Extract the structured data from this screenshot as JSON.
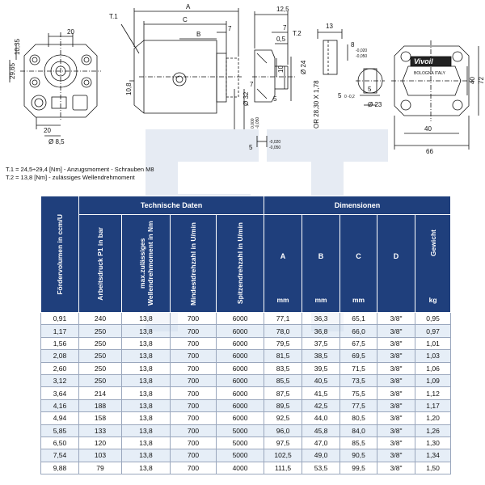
{
  "drawing": {
    "front": {
      "d1": "20",
      "d2": "10,35",
      "d3": "29,65",
      "d4": "20",
      "dia": "Ø 8,5"
    },
    "side": {
      "A": "A",
      "B": "B",
      "C": "C",
      "t1": "T.1",
      "d7": "7",
      "d108": "10,8",
      "d32": "Ø 32",
      "d32tol_top": "0,000",
      "d32tol_bot": "-0,050"
    },
    "shaft": {
      "d125": "12,5",
      "d7": "7",
      "d05": "0,5",
      "t2": "T.2",
      "d10": "10",
      "d24": "Ø 24",
      "d5": "5",
      "d7b": "7",
      "oring": "OR 28,30 X 1,78",
      "d5b": "5",
      "tol_top": "-0,020",
      "tol_bot": "-0,050"
    },
    "key": {
      "d13": "13",
      "d8": "8",
      "tol_top": "-0,020",
      "tol_bot": "-0,050",
      "d5": "5",
      "tol5": "0 -0,2",
      "d23": "Ø 23",
      "d5b": "5"
    },
    "rear": {
      "brand": "Vivoil",
      "sub": "BOLOGNA  ITALY",
      "d40": "40",
      "d72": "72",
      "d40b": "40",
      "d66": "66"
    }
  },
  "notes": {
    "t1": "T.1 = 24,5÷29,4 [Nm] - Anzugsmoment - Schrauben M8",
    "t2": "T.2 = 13,8 [Nm] - zulässiges Wellendrehmoment"
  },
  "table": {
    "group_technical": "Technische Daten",
    "group_dimensions": "Dimensionen",
    "h_flow": "Fördervolumen in ccm/U",
    "h_pressure": "Arbeitsdruck P1 in bar",
    "h_torque": "max.zulässiges Wellendrehmoment in Nm",
    "h_minspeed": "Mindestdrehzahl in U/min",
    "h_maxspeed": "Spitzendrehzahl in U/min",
    "h_A": "A",
    "h_B": "B",
    "h_C": "C",
    "h_D": "D",
    "h_weight": "Gewicht",
    "u_mm": "mm",
    "u_kg": "kg",
    "rows": [
      [
        "0,91",
        "240",
        "13,8",
        "700",
        "6000",
        "77,1",
        "36,3",
        "65,1",
        "3/8\"",
        "0,95"
      ],
      [
        "1,17",
        "250",
        "13,8",
        "700",
        "6000",
        "78,0",
        "36,8",
        "66,0",
        "3/8\"",
        "0,97"
      ],
      [
        "1,56",
        "250",
        "13,8",
        "700",
        "6000",
        "79,5",
        "37,5",
        "67,5",
        "3/8\"",
        "1,01"
      ],
      [
        "2,08",
        "250",
        "13,8",
        "700",
        "6000",
        "81,5",
        "38,5",
        "69,5",
        "3/8\"",
        "1,03"
      ],
      [
        "2,60",
        "250",
        "13,8",
        "700",
        "6000",
        "83,5",
        "39,5",
        "71,5",
        "3/8\"",
        "1,06"
      ],
      [
        "3,12",
        "250",
        "13,8",
        "700",
        "6000",
        "85,5",
        "40,5",
        "73,5",
        "3/8\"",
        "1,09"
      ],
      [
        "3,64",
        "214",
        "13,8",
        "700",
        "6000",
        "87,5",
        "41,5",
        "75,5",
        "3/8\"",
        "1,12"
      ],
      [
        "4,16",
        "188",
        "13,8",
        "700",
        "6000",
        "89,5",
        "42,5",
        "77,5",
        "3/8\"",
        "1,17"
      ],
      [
        "4,94",
        "158",
        "13,8",
        "700",
        "6000",
        "92,5",
        "44,0",
        "80,5",
        "3/8\"",
        "1,20"
      ],
      [
        "5,85",
        "133",
        "13,8",
        "700",
        "5000",
        "96,0",
        "45,8",
        "84,0",
        "3/8\"",
        "1,26"
      ],
      [
        "6,50",
        "120",
        "13,8",
        "700",
        "5000",
        "97,5",
        "47,0",
        "85,5",
        "3/8\"",
        "1,30"
      ],
      [
        "7,54",
        "103",
        "13,8",
        "700",
        "5000",
        "102,5",
        "49,0",
        "90,5",
        "3/8\"",
        "1,34"
      ],
      [
        "9,88",
        "79",
        "13,8",
        "700",
        "4000",
        "111,5",
        "53,5",
        "99,5",
        "3/8\"",
        "1,50"
      ]
    ]
  }
}
